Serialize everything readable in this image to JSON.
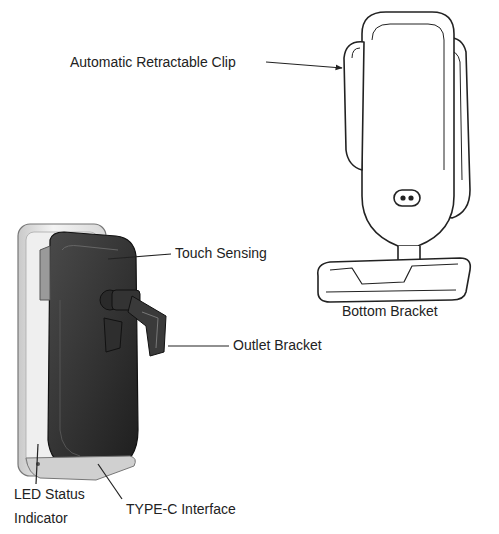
{
  "diagram": {
    "labels": [
      "Automatic Retractable Clip",
      "Touch Sensing",
      "Outlet Bracket",
      "Bottom Bracket",
      "LED Status Indicator",
      "TYPE-C Interface"
    ]
  }
}
